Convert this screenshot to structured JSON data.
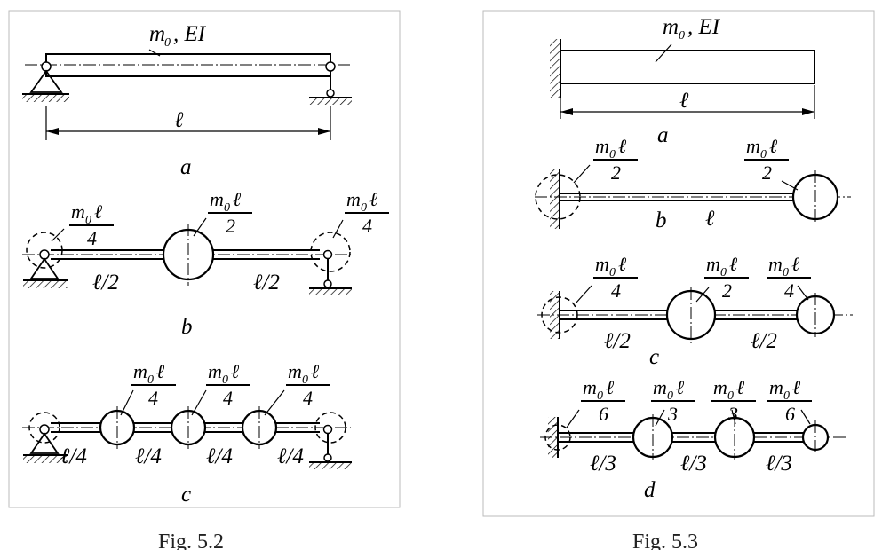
{
  "fig_5_2": {
    "caption": "Fig. 5.2",
    "a": {
      "m": "m",
      "sub": "0",
      "rest": ", EI",
      "length": "ℓ",
      "panel": "a"
    },
    "b": {
      "end_left_num": "m",
      "end_left_sub": "0",
      "end_left_l": "ℓ",
      "end_left_den": "4",
      "mid_num": "m",
      "mid_sub": "0",
      "mid_l": "ℓ",
      "mid_den": "2",
      "end_right_num": "m",
      "end_right_sub": "0",
      "end_right_l": "ℓ",
      "end_right_den": "4",
      "seg_left": "ℓ/2",
      "seg_right": "ℓ/2",
      "panel": "b"
    },
    "c": {
      "mass1_num": "m",
      "mass1_sub": "0",
      "mass1_l": "ℓ",
      "mass1_den": "4",
      "mass2_num": "m",
      "mass2_sub": "0",
      "mass2_l": "ℓ",
      "mass2_den": "4",
      "mass3_num": "m",
      "mass3_sub": "0",
      "mass3_l": "ℓ",
      "mass3_den": "4",
      "seg1": "ℓ/4",
      "seg2": "ℓ/4",
      "seg3": "ℓ/4",
      "seg4": "ℓ/4",
      "panel": "c"
    }
  },
  "fig_5_3": {
    "caption": "Fig. 5.3",
    "a": {
      "m": "m",
      "sub": "0",
      "rest": ", EI",
      "length": "ℓ",
      "panel": "a"
    },
    "b": {
      "left_num": "m",
      "left_sub": "0",
      "left_l": "ℓ",
      "left_den": "2",
      "right_num": "m",
      "right_sub": "0",
      "right_l": "ℓ",
      "right_den": "2",
      "length": "ℓ",
      "panel": "b"
    },
    "c": {
      "m1_num": "m",
      "m1_sub": "0",
      "m1_l": "ℓ",
      "m1_den": "4",
      "m2_num": "m",
      "m2_sub": "0",
      "m2_l": "ℓ",
      "m2_den": "2",
      "m3_num": "m",
      "m3_sub": "0",
      "m3_l": "ℓ",
      "m3_den": "4",
      "seg1": "ℓ/2",
      "seg2": "ℓ/2",
      "panel": "c"
    },
    "d": {
      "m1_num": "m",
      "m1_sub": "0",
      "m1_l": "ℓ",
      "m1_den": "6",
      "m2_num": "m",
      "m2_sub": "0",
      "m2_l": "ℓ",
      "m2_den": "3",
      "m3_num": "m",
      "m3_sub": "0",
      "m3_l": "ℓ",
      "m3_den": "3",
      "m4_num": "m",
      "m4_sub": "0",
      "m4_l": "ℓ",
      "m4_den": "6",
      "seg1": "ℓ/3",
      "seg2": "ℓ/3",
      "seg3": "ℓ/3",
      "panel": "d"
    }
  }
}
